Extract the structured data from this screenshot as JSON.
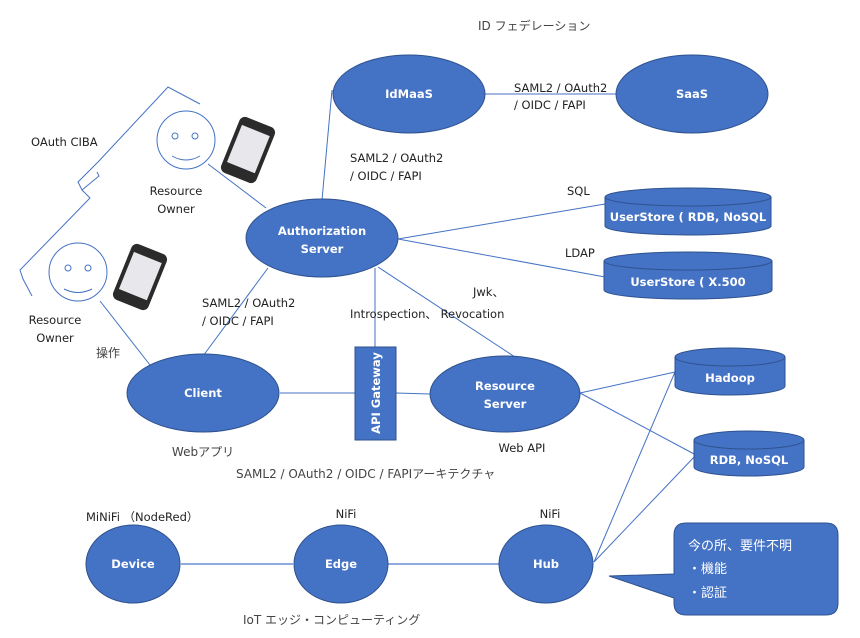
{
  "colors": {
    "node_fill": "#4472c4",
    "node_stroke": "#2f528f",
    "edge": "#4472c4",
    "text_on_node": "#ffffff"
  },
  "section_titles": {
    "id_federation": "ID フェデレーション",
    "architecture": "SAML2 / OAuth2 / OIDC / FAPIアーキテクチャ",
    "iot": "IoT エッジ・コンピューティング"
  },
  "nodes": {
    "idmaas": "IdMaaS",
    "saas": "SaaS",
    "authorization_server": [
      "Authorization",
      "Server"
    ],
    "client": "Client",
    "resource_server": [
      "Resource",
      "Server"
    ],
    "api_gateway": "API Gateway",
    "userstore_rdb": "UserStore ( RDB, NoSQL",
    "userstore_x500": "UserStore ( X.500",
    "hadoop": "Hadoop",
    "rdb_nosql": "RDB, NoSQL",
    "device": "Device",
    "edge": "Edge",
    "hub": "Hub"
  },
  "actors": {
    "resource_owner_top": [
      "Resource",
      "Owner"
    ],
    "resource_owner_left": [
      "Resource",
      "Owner"
    ]
  },
  "edge_labels": {
    "idmaas_saas": [
      "SAML2 / OAuth2",
      "/ OIDC / FAPI"
    ],
    "authz_idmaas": [
      "SAML2 / OAuth2",
      "/ OIDC / FAPI"
    ],
    "client_authz": [
      "SAML2 / OAuth2",
      "/ OIDC / FAPI"
    ],
    "sql": "SQL",
    "ldap": "LDAP",
    "jwk": "Jwk、",
    "introspection": "Introspection、 Revocation",
    "operation": "操作",
    "oauth_ciba": "OAuth CIBA"
  },
  "captions": {
    "client": "Webアプリ",
    "resource_server": "Web API",
    "device": "MiNiFi （NodeRed）",
    "edge": "NiFi",
    "hub": "NiFi"
  },
  "callout": {
    "title": "今の所、要件不明",
    "items": [
      "・機能",
      "・認証"
    ]
  }
}
